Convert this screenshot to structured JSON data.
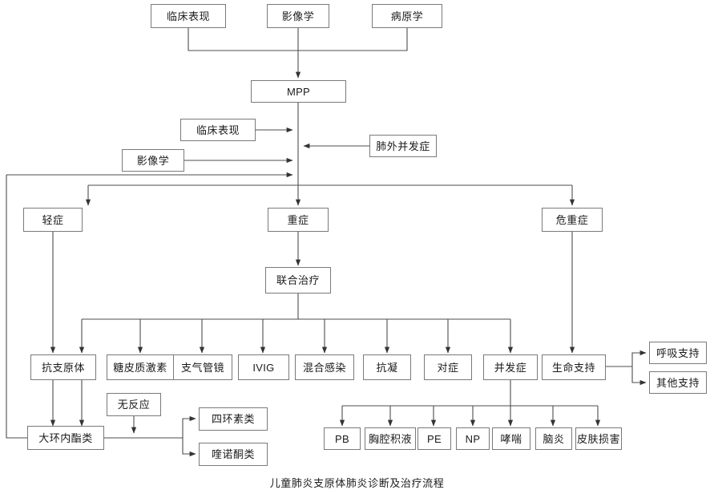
{
  "diagram": {
    "caption": "儿童肺炎支原体肺炎诊断及治疗流程",
    "nodes": {
      "clinical_top": "临床表现",
      "imaging_top": "影像学",
      "etiology_top": "病原学",
      "mpp": "MPP",
      "clinical_mid": "临床表现",
      "imaging_mid": "影像学",
      "extrapulmonary": "肺外并发症",
      "mild": "轻症",
      "severe": "重症",
      "critical": "危重症",
      "combined_therapy": "联合治疗",
      "anti_mycoplasma": "抗支原体",
      "corticosteroid": "糖皮质激素",
      "bronchoscopy": "支气管镜",
      "ivig": "IVIG",
      "coinfection": "混合感染",
      "anticoagulation": "抗凝",
      "symptomatic": "对症",
      "complications": "并发症",
      "life_support": "生命支持",
      "respiratory_support": "呼吸支持",
      "other_support": "其他支持",
      "no_response": "无反应",
      "macrolides": "大环内酯类",
      "tetracyclines": "四环素类",
      "quinolones": "喹诺酮类",
      "pb": "PB",
      "pleural_effusion": "胸腔积液",
      "pe": "PE",
      "np": "NP",
      "asthma": "哮喘",
      "encephalitis": "脑炎",
      "skin_damage": "皮肤损害"
    },
    "style": {
      "box_border": "#7a7a7a",
      "wire": "#4d4d4d",
      "text": "#1a1a1a",
      "background": "#ffffff"
    }
  }
}
